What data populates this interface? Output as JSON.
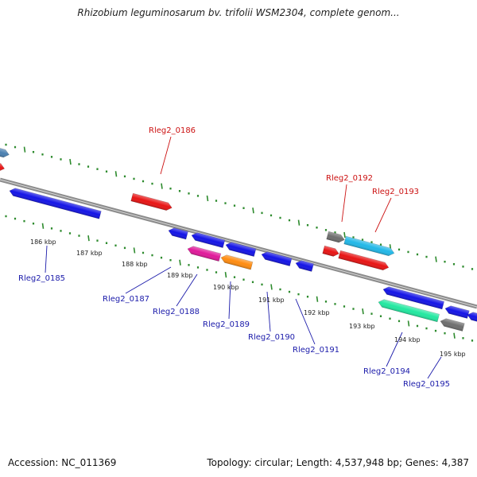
{
  "title": "Rhizobium leguminosarum bv. trifolii WSM2304, complete genom...",
  "footer": {
    "accession": "Accession: NC_011369",
    "summary": "Topology: circular; Length: 4,537,948 bp; Genes: 4,387"
  },
  "colors": {
    "backbone": "#8c8c8c",
    "tick": "#2e8b2e",
    "forward_label": "#cc1111",
    "reverse_label": "#1a1aaa",
    "blue": "#1414e6",
    "red": "#e81414",
    "grey": "#6e6e6e",
    "cyan": "#22b8e8",
    "magenta": "#e0199a",
    "orange": "#ff8c10",
    "teal": "#22e8a0",
    "steel": "#4a7fb0"
  },
  "scale_labels": [
    "186 kbp",
    "187 kbp",
    "188 kbp",
    "189 kbp",
    "190 kbp",
    "191 kbp",
    "192 kbp",
    "193 kbp",
    "194 kbp",
    "195 kbp"
  ],
  "forward_gene_labels": [
    "Rleg2_0186",
    "Rleg2_0192",
    "Rleg2_0193"
  ],
  "reverse_gene_labels": [
    "Rleg2_0185",
    "Rleg2_0187",
    "Rleg2_0188",
    "Rleg2_0189",
    "Rleg2_0190",
    "Rleg2_0191",
    "Rleg2_0194",
    "Rleg2_0195"
  ]
}
